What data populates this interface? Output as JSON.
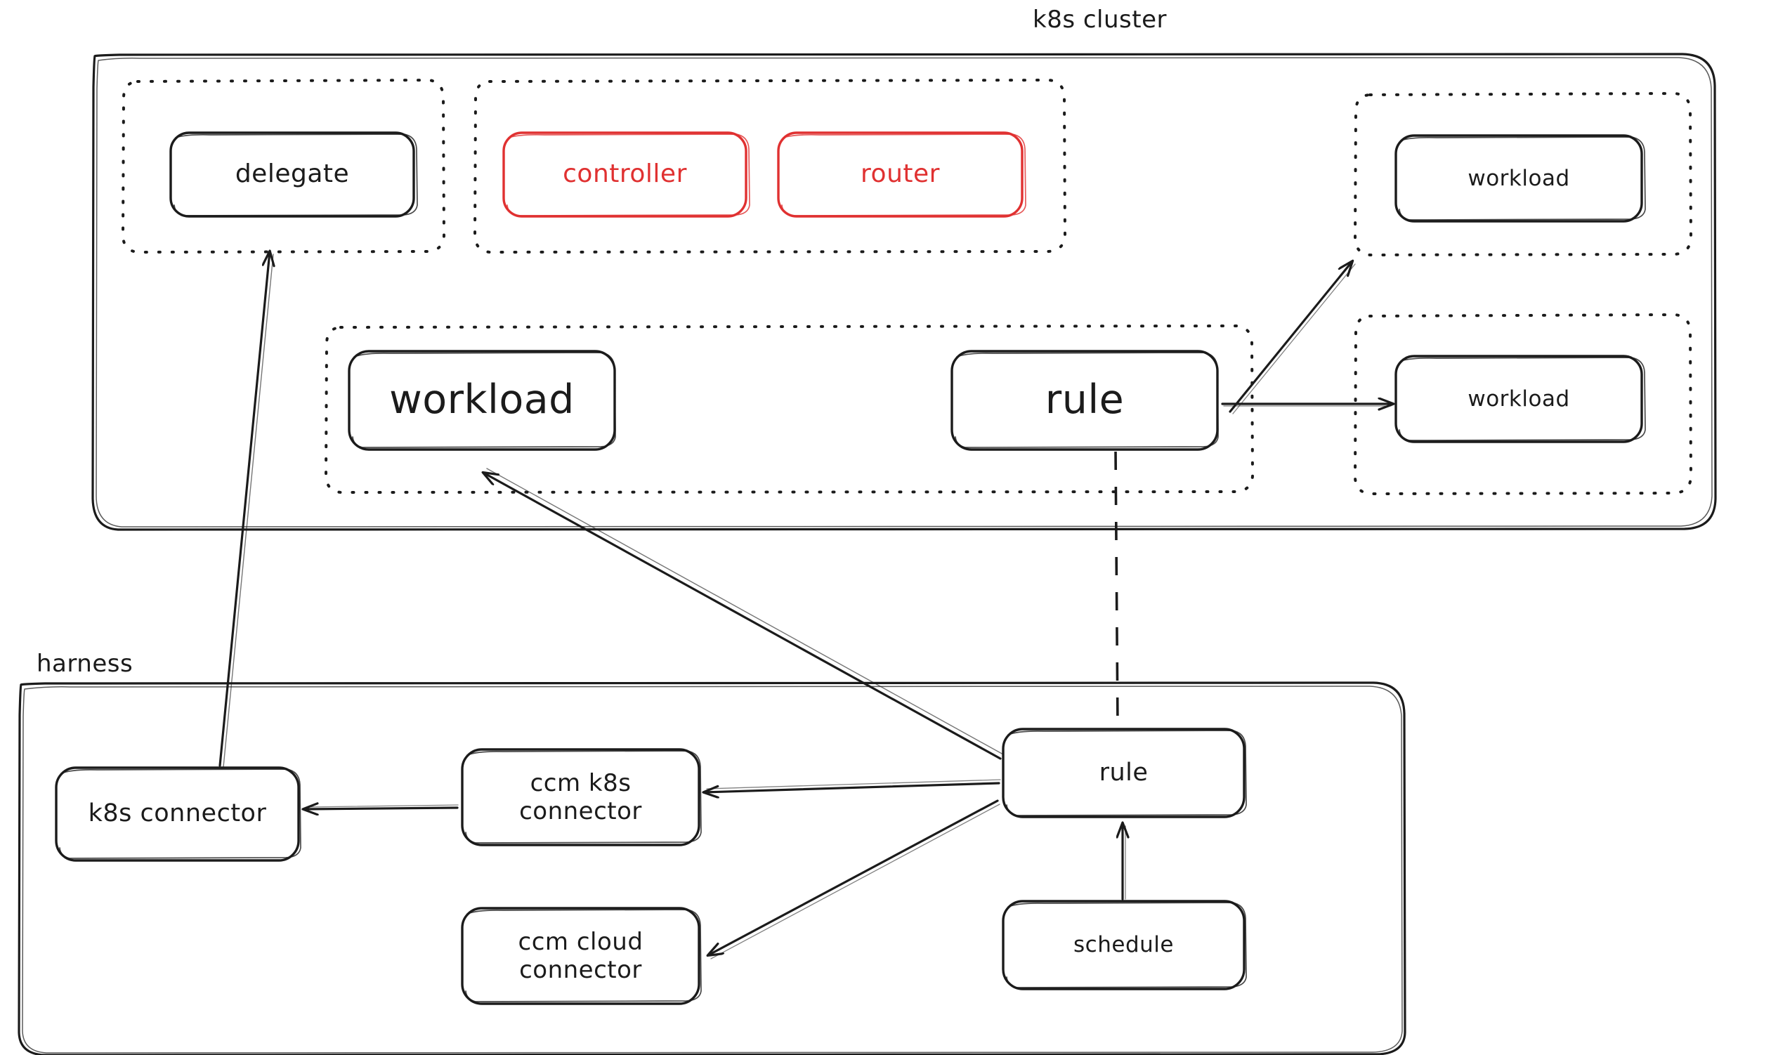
{
  "diagram": {
    "title": "k8s cluster architecture with harness",
    "style": "hand-drawn whiteboard sketch",
    "colors": {
      "stroke": "#1b1b1b",
      "accent_red": "#e03131",
      "background": "#ffffff"
    }
  },
  "clusters": [
    {
      "id": "k8s-cluster",
      "label": "k8s cluster",
      "label_position": "top-center-outside"
    },
    {
      "id": "harness",
      "label": "harness",
      "label_position": "top-left-outside"
    }
  ],
  "groups": [
    {
      "id": "group-delegate",
      "border": "dotted"
    },
    {
      "id": "group-control-plane",
      "border": "dotted"
    },
    {
      "id": "group-workload-top-right",
      "border": "dotted"
    },
    {
      "id": "group-workload-mid",
      "border": "dotted"
    },
    {
      "id": "group-workload-bottom-right",
      "border": "dotted"
    }
  ],
  "nodes": {
    "delegate": {
      "label": "delegate",
      "color": "default"
    },
    "controller": {
      "label": "controller",
      "color": "#e03131"
    },
    "router": {
      "label": "router",
      "color": "#e03131"
    },
    "workload_top_right": {
      "label": "workload",
      "color": "default"
    },
    "workload_mid": {
      "label": "workload",
      "color": "default"
    },
    "workload_bottom_right": {
      "label": "workload",
      "color": "default"
    },
    "rule_cluster": {
      "label": "rule",
      "color": "default"
    },
    "k8s_connector": {
      "label": "k8s connector",
      "color": "default"
    },
    "ccm_k8s_connector": {
      "label": "ccm k8s\nconnector",
      "color": "default"
    },
    "ccm_cloud_connector": {
      "label": "ccm cloud\nconnector",
      "color": "default"
    },
    "rule_harness": {
      "label": "rule",
      "color": "default"
    },
    "schedule": {
      "label": "schedule",
      "color": "default"
    }
  },
  "edges": [
    {
      "id": "edge-k8sconnector-to-delegate",
      "from": "k8s_connector",
      "to": "delegate",
      "style": "solid",
      "arrow": "end"
    },
    {
      "id": "edge-ruleharness-to-workloadmid",
      "from": "rule_harness",
      "to": "workload_mid",
      "style": "solid",
      "arrow": "end"
    },
    {
      "id": "edge-rulecluster-to-workloadtopright",
      "from": "rule_cluster",
      "to": "workload_top_right",
      "style": "solid",
      "arrow": "end"
    },
    {
      "id": "edge-rulecluster-to-workloadbottomright",
      "from": "rule_cluster",
      "to": "workload_bottom_right",
      "style": "solid",
      "arrow": "end"
    },
    {
      "id": "edge-rulecluster-to-ruleharness",
      "from": "rule_cluster",
      "to": "rule_harness",
      "style": "dashed",
      "arrow": "none"
    },
    {
      "id": "edge-ccmk8s-to-k8sconnector",
      "from": "ccm_k8s_connector",
      "to": "k8s_connector",
      "style": "solid",
      "arrow": "end"
    },
    {
      "id": "edge-ruleharness-to-ccmk8s",
      "from": "rule_harness",
      "to": "ccm_k8s_connector",
      "style": "solid",
      "arrow": "end"
    },
    {
      "id": "edge-ruleharness-to-ccmcloud",
      "from": "rule_harness",
      "to": "ccm_cloud_connector",
      "style": "solid",
      "arrow": "end"
    },
    {
      "id": "edge-schedule-to-ruleharness",
      "from": "schedule",
      "to": "rule_harness",
      "style": "solid",
      "arrow": "end"
    }
  ]
}
